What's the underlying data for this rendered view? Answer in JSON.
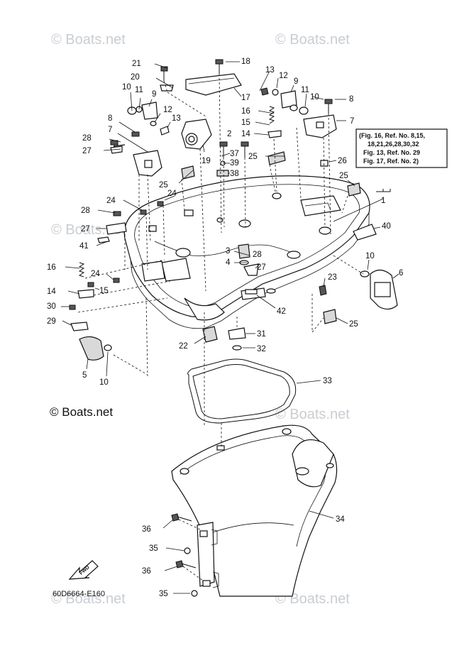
{
  "watermark": "© Boats.net",
  "copyright": "© Boats.net",
  "diagram_code": "60D6664-E160",
  "fwd_label": "FWD",
  "note_lines": [
    "(Fig. 16, Ref. No. 8,15,",
    "18,21,26,28,30,32",
    "Fig. 13, Ref. No. 29",
    "Fig. 17, Ref. No. 2)"
  ],
  "callouts": [
    "1",
    "2",
    "3",
    "4",
    "5",
    "6",
    "7",
    "7",
    "8",
    "8",
    "9",
    "9",
    "10",
    "10",
    "10",
    "10",
    "11",
    "11",
    "12",
    "12",
    "13",
    "13",
    "14",
    "14",
    "15",
    "15",
    "16",
    "16",
    "17",
    "18",
    "19",
    "20",
    "21",
    "22",
    "23",
    "24",
    "24",
    "24",
    "25",
    "25",
    "25",
    "25",
    "26",
    "27",
    "27",
    "27",
    "28",
    "28",
    "28",
    "29",
    "30",
    "31",
    "32",
    "33",
    "34",
    "35",
    "35",
    "36",
    "36",
    "37",
    "38",
    "39",
    "40",
    "41",
    "42"
  ]
}
